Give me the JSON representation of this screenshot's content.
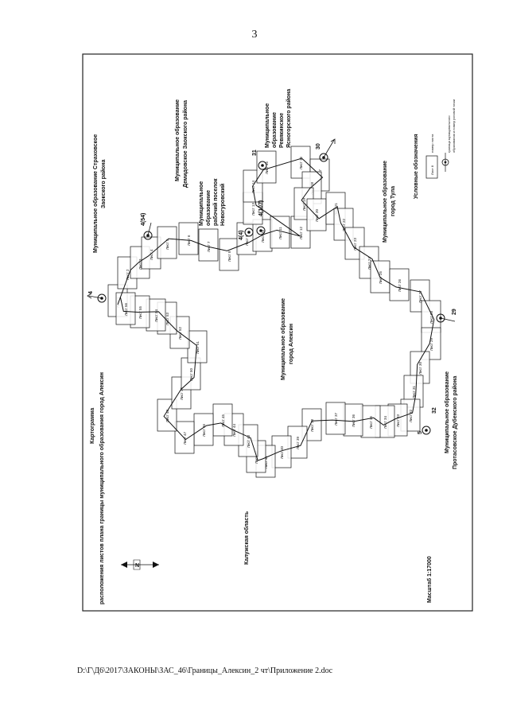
{
  "page_number": "3",
  "footer_path": "D:\\Г\\Д6\\2017\\ЗАКОНЫ\\ЗАС_46\\Границы_Алексин_2 чт\\Приложение 2.doc",
  "map": {
    "title_line1": "Картограмма",
    "title_line2": "расположения листов  плана границы муниципального образования город Алексин",
    "scale": "Масштаб 1:17000",
    "regions": {
      "kaluga": "Калужская область",
      "center_1": "Муниципальное образование",
      "center_2": "город Алексин",
      "strakhovskoe_1": "Муниципальное образование Страховское",
      "strakhovskoe_2": "Заокского района",
      "demidovskoe_1": "Муниципальное образование",
      "demidovskoe_2": "Демидовское Заокского района",
      "novogurovsky_1": "Муниципальное",
      "novogurovsky_2": "образование",
      "novogurovsky_3": "рабочий поселок",
      "novogurovsky_4": "Новогуровский",
      "revyakinskoe_1": "Муниципальное",
      "revyakinskoe_2": "образование",
      "revyakinskoe_3": "Ревякинское",
      "revyakinskoe_4": "Ясногорского района",
      "tula_1": "Муниципальное образование",
      "tula_2": "город Тула",
      "protasovskoe_1": "Муниципальное образование",
      "protasovskoe_2": "Протасовское Дубенского района"
    },
    "legend": {
      "title": "Условные обозначения",
      "sheet_sample": "Лист 8",
      "sheet_desc": "номер листа",
      "point_desc_1": "граница муниципального",
      "point_desc_2": "образования и номер узловой точки"
    },
    "north_label": "N",
    "point_labels": [
      "4",
      "4(54)",
      "4(107)",
      "4(4)",
      "31",
      "30",
      "29",
      "5",
      "32"
    ],
    "sheets": [
      "Лист 1",
      "Лист 2",
      "Лист 3",
      "Лист 4",
      "Лист 5",
      "Лист 6",
      "Лист 7",
      "Лист 8",
      "Лист 9",
      "Лист 10",
      "Лист 11",
      "Лист 12",
      "Лист 13",
      "Лист 14",
      "Лист 15",
      "Лист 16",
      "Лист 17",
      "Лист 18",
      "Лист 19",
      "Лист 20",
      "Лист 21",
      "Лист 22",
      "Лист 23",
      "Лист 24",
      "Лист 25",
      "Лист 26",
      "Лист 27",
      "Лист 28",
      "Лист 29",
      "Лист 30",
      "Лист 31",
      "Лист 32",
      "Лист 33",
      "Лист 34",
      "Лист 35",
      "Лист 36",
      "Лист 37",
      "Лист 38",
      "Лист 39",
      "Лист 40",
      "Лист 41",
      "Лист 42",
      "Лист 43",
      "Лист 44",
      "Лист 45",
      "Лист 46",
      "Лист 47",
      "Лист 48",
      "Лист 49",
      "Лист 50",
      "Лист 51",
      "Лист 52",
      "Лист 53",
      "Лист 54",
      "Лист 55",
      "Лист 56"
    ]
  }
}
